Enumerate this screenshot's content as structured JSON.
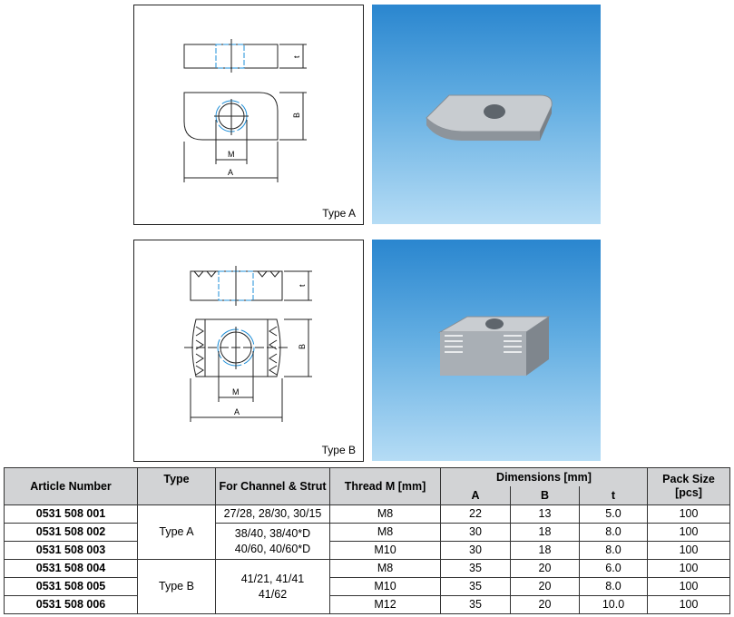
{
  "figures": [
    {
      "caption": "Type A"
    },
    {
      "caption": "Type B"
    }
  ],
  "dimension_labels": {
    "t": "t",
    "B": "B",
    "M": "M",
    "A": "A"
  },
  "colors": {
    "photo_top": "#2a86cf",
    "photo_bottom": "#b5dcf5",
    "header_bg": "#d2d3d5",
    "hidden_line": "#1e8fd8"
  },
  "table": {
    "headers": {
      "article": "Article Number",
      "type": "Type",
      "channel": "For Channel & Strut",
      "thread": "Thread M [mm]",
      "dimensions": "Dimensions [mm]",
      "dim_a": "A",
      "dim_b": "B",
      "dim_t": "t",
      "pack": "Pack Size [pcs]"
    },
    "groups": [
      {
        "type": "Type A"
      },
      {
        "type": "Type B"
      }
    ],
    "channels": [
      "27/28, 28/30, 30/15",
      "38/40, 38/40*D 40/60, 40/60*D",
      "41/21, 41/41 41/62"
    ],
    "rows": [
      {
        "article": "0531 508 001",
        "thread": "M8",
        "a": "22",
        "b": "13",
        "t": "5.0",
        "pack": "100"
      },
      {
        "article": "0531 508 002",
        "thread": "M8",
        "a": "30",
        "b": "18",
        "t": "8.0",
        "pack": "100"
      },
      {
        "article": "0531 508 003",
        "thread": "M10",
        "a": "30",
        "b": "18",
        "t": "8.0",
        "pack": "100"
      },
      {
        "article": "0531 508 004",
        "thread": "M8",
        "a": "35",
        "b": "20",
        "t": "6.0",
        "pack": "100"
      },
      {
        "article": "0531 508 005",
        "thread": "M10",
        "a": "35",
        "b": "20",
        "t": "8.0",
        "pack": "100"
      },
      {
        "article": "0531 508 006",
        "thread": "M12",
        "a": "35",
        "b": "20",
        "t": "10.0",
        "pack": "100"
      }
    ]
  }
}
